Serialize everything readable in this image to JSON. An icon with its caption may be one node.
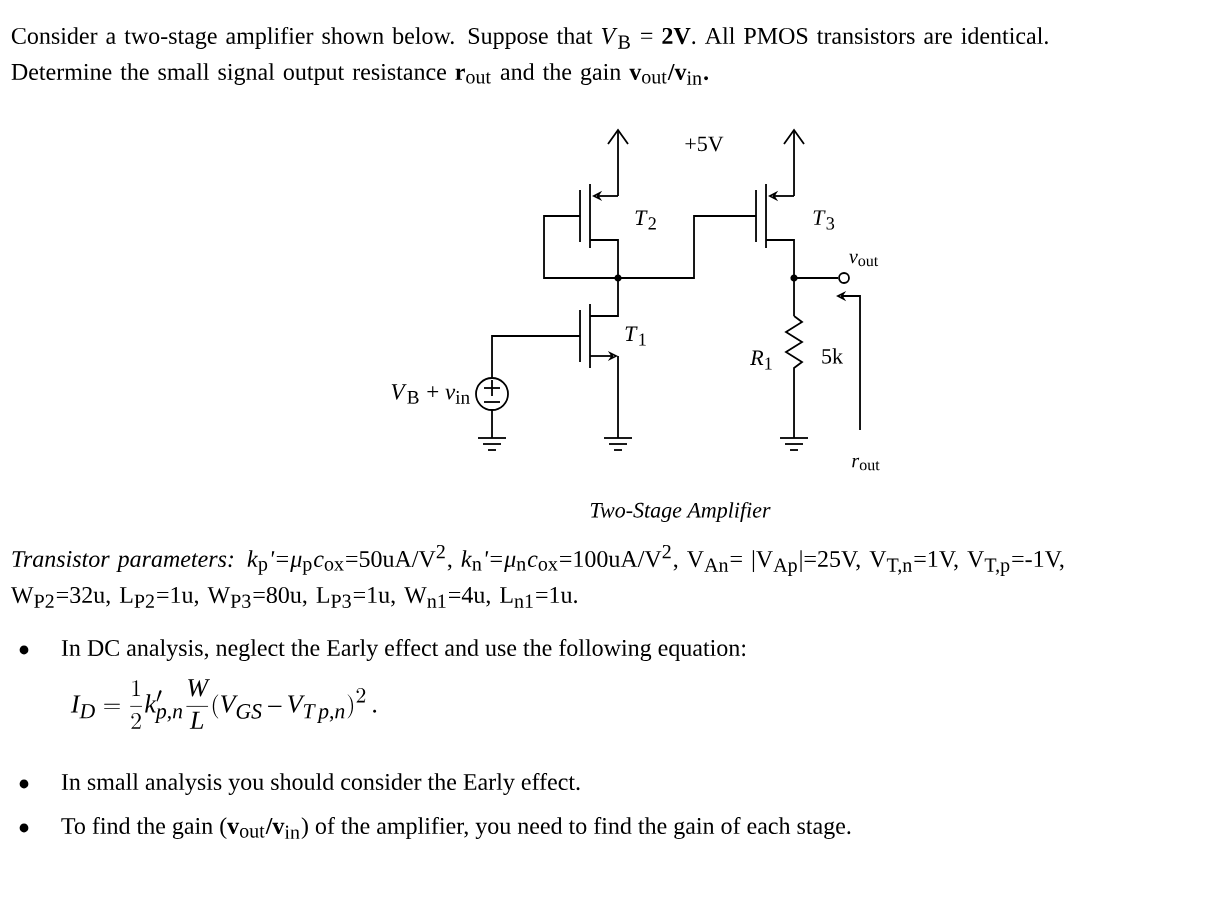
{
  "diagram": {
    "caption": "*Two-Stage Amplifier*",
    "labels": [
      "Consider a two-stage amplifier shown below. Suppose that *V*$_{B}$ = **2V**. All PMOS transistors are identical. Determine the small signal output resistance **r**$_{out}$ and the gain **v**$_{out}$**/v**$_{in}$**.**",
      "+5V",
      "*T*$_{2}$",
      "*T*$_{3}$",
      "*v*$_{out}$",
      "*T*$_{1}$",
      "*V*$_{B}$ + *v*$_{in}$",
      "*R*$_{1}$",
      "5k",
      "*r*$_{out}$",
      "*Transistor parameters: k*$_{p}$*'=μ*$_{p}$*c*$_{ox}$=50uA/V$^{2}$, *k*$_{n}$*'=μ*$_{n}$*c*$_{ox}$=100uA/V$^{2}$, V$_{An}$= |V$_{Ap}$|=25V, V$_{T,n}$=1V, V$_{T,p}$=-1V, W$_{P2}$=32u, L$_{P2}$=1u, W$_{P3}$=80u, L$_{P3}$=1u, W$_{n1}$=4u, L$_{n1}$=1u.",
      "In DC analysis, neglect the Early effect and use the following equation:",
      "I_D = \\frac{1}{2}k'_{p,n}\\frac{W}{L}(V_{GS}-V_{T\\,p,n})^2\\,.",
      "In small analysis you should consider the Early effect.",
      "To find the gain (**v**$_{out}$**/v**$_{in}$) of the amplifier, you need to find the gain of each stage."
    ]
  }
}
